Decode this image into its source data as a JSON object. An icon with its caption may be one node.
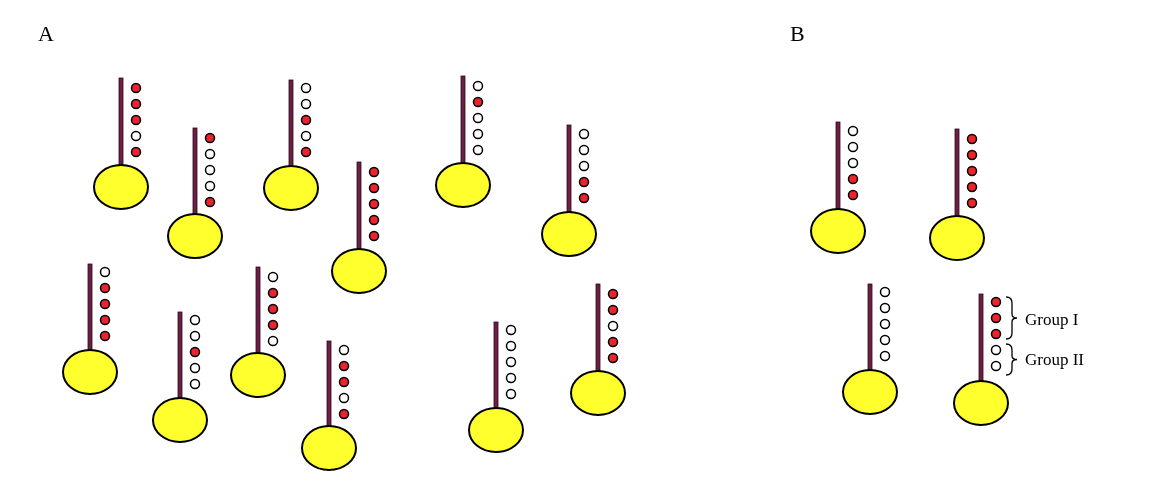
{
  "diagram": {
    "labels": [
      "A",
      "B",
      "Group I",
      "Group II"
    ]
  }
}
